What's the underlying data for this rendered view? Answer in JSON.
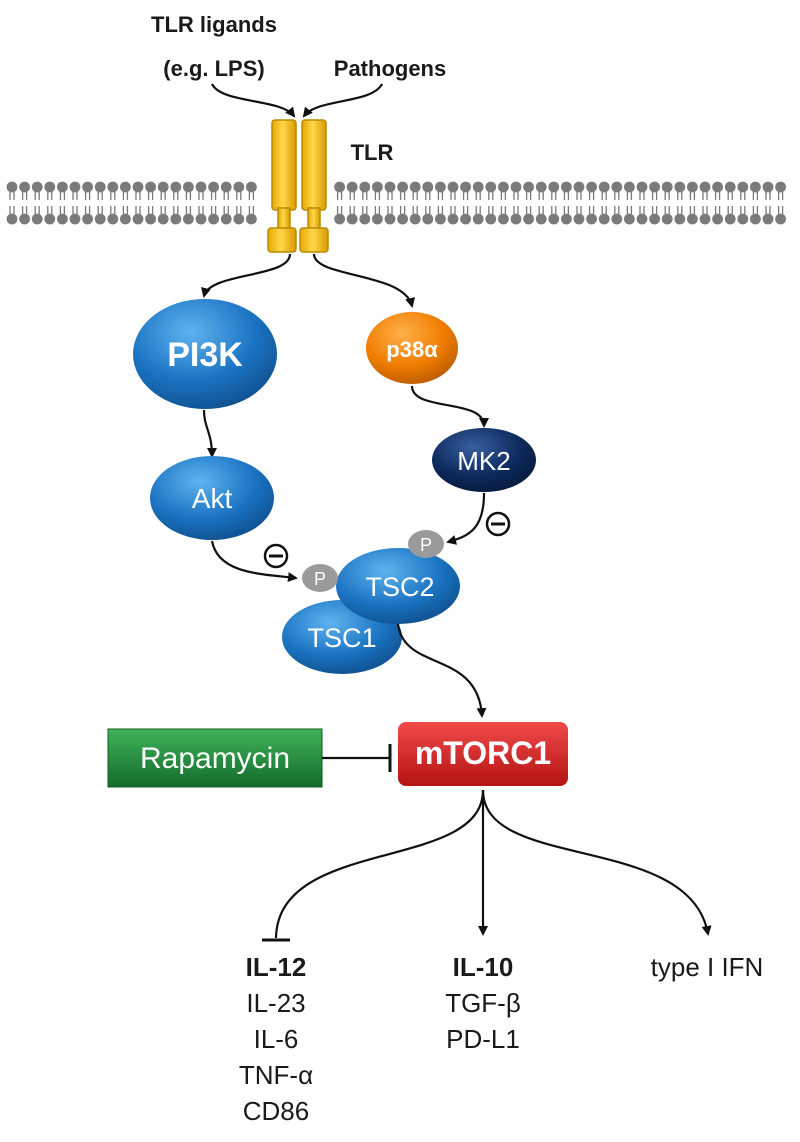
{
  "inputs": {
    "tlr_ligands_line1": "TLR ligands",
    "tlr_ligands_line2": "(e.g. LPS)",
    "pathogens": "Pathogens"
  },
  "receptor": {
    "label": "TLR",
    "color": "#f2c200"
  },
  "nodes": {
    "pi3k": "PI3K",
    "p38a": "p38α",
    "mk2": "MK2",
    "akt": "Akt",
    "tsc2": "TSC2",
    "tsc1": "TSC1",
    "phospho": "P",
    "mtorc1": "mTORC1",
    "rapamycin": "Rapamycin"
  },
  "inhibition_symbol": "⊖",
  "outputs": {
    "left": [
      "IL-12",
      "IL-23",
      "IL-6",
      "TNF-α",
      "CD86"
    ],
    "middle": [
      "IL-10",
      "TGF-β",
      "PD-L1"
    ],
    "right": [
      "type I IFN"
    ]
  },
  "colors": {
    "blue": "#1a73c2",
    "orange": "#f07d00",
    "navy": "#0c2a5c",
    "red": "#d32020",
    "green": "#1f8a3a",
    "grey": "#9a9a9a"
  }
}
